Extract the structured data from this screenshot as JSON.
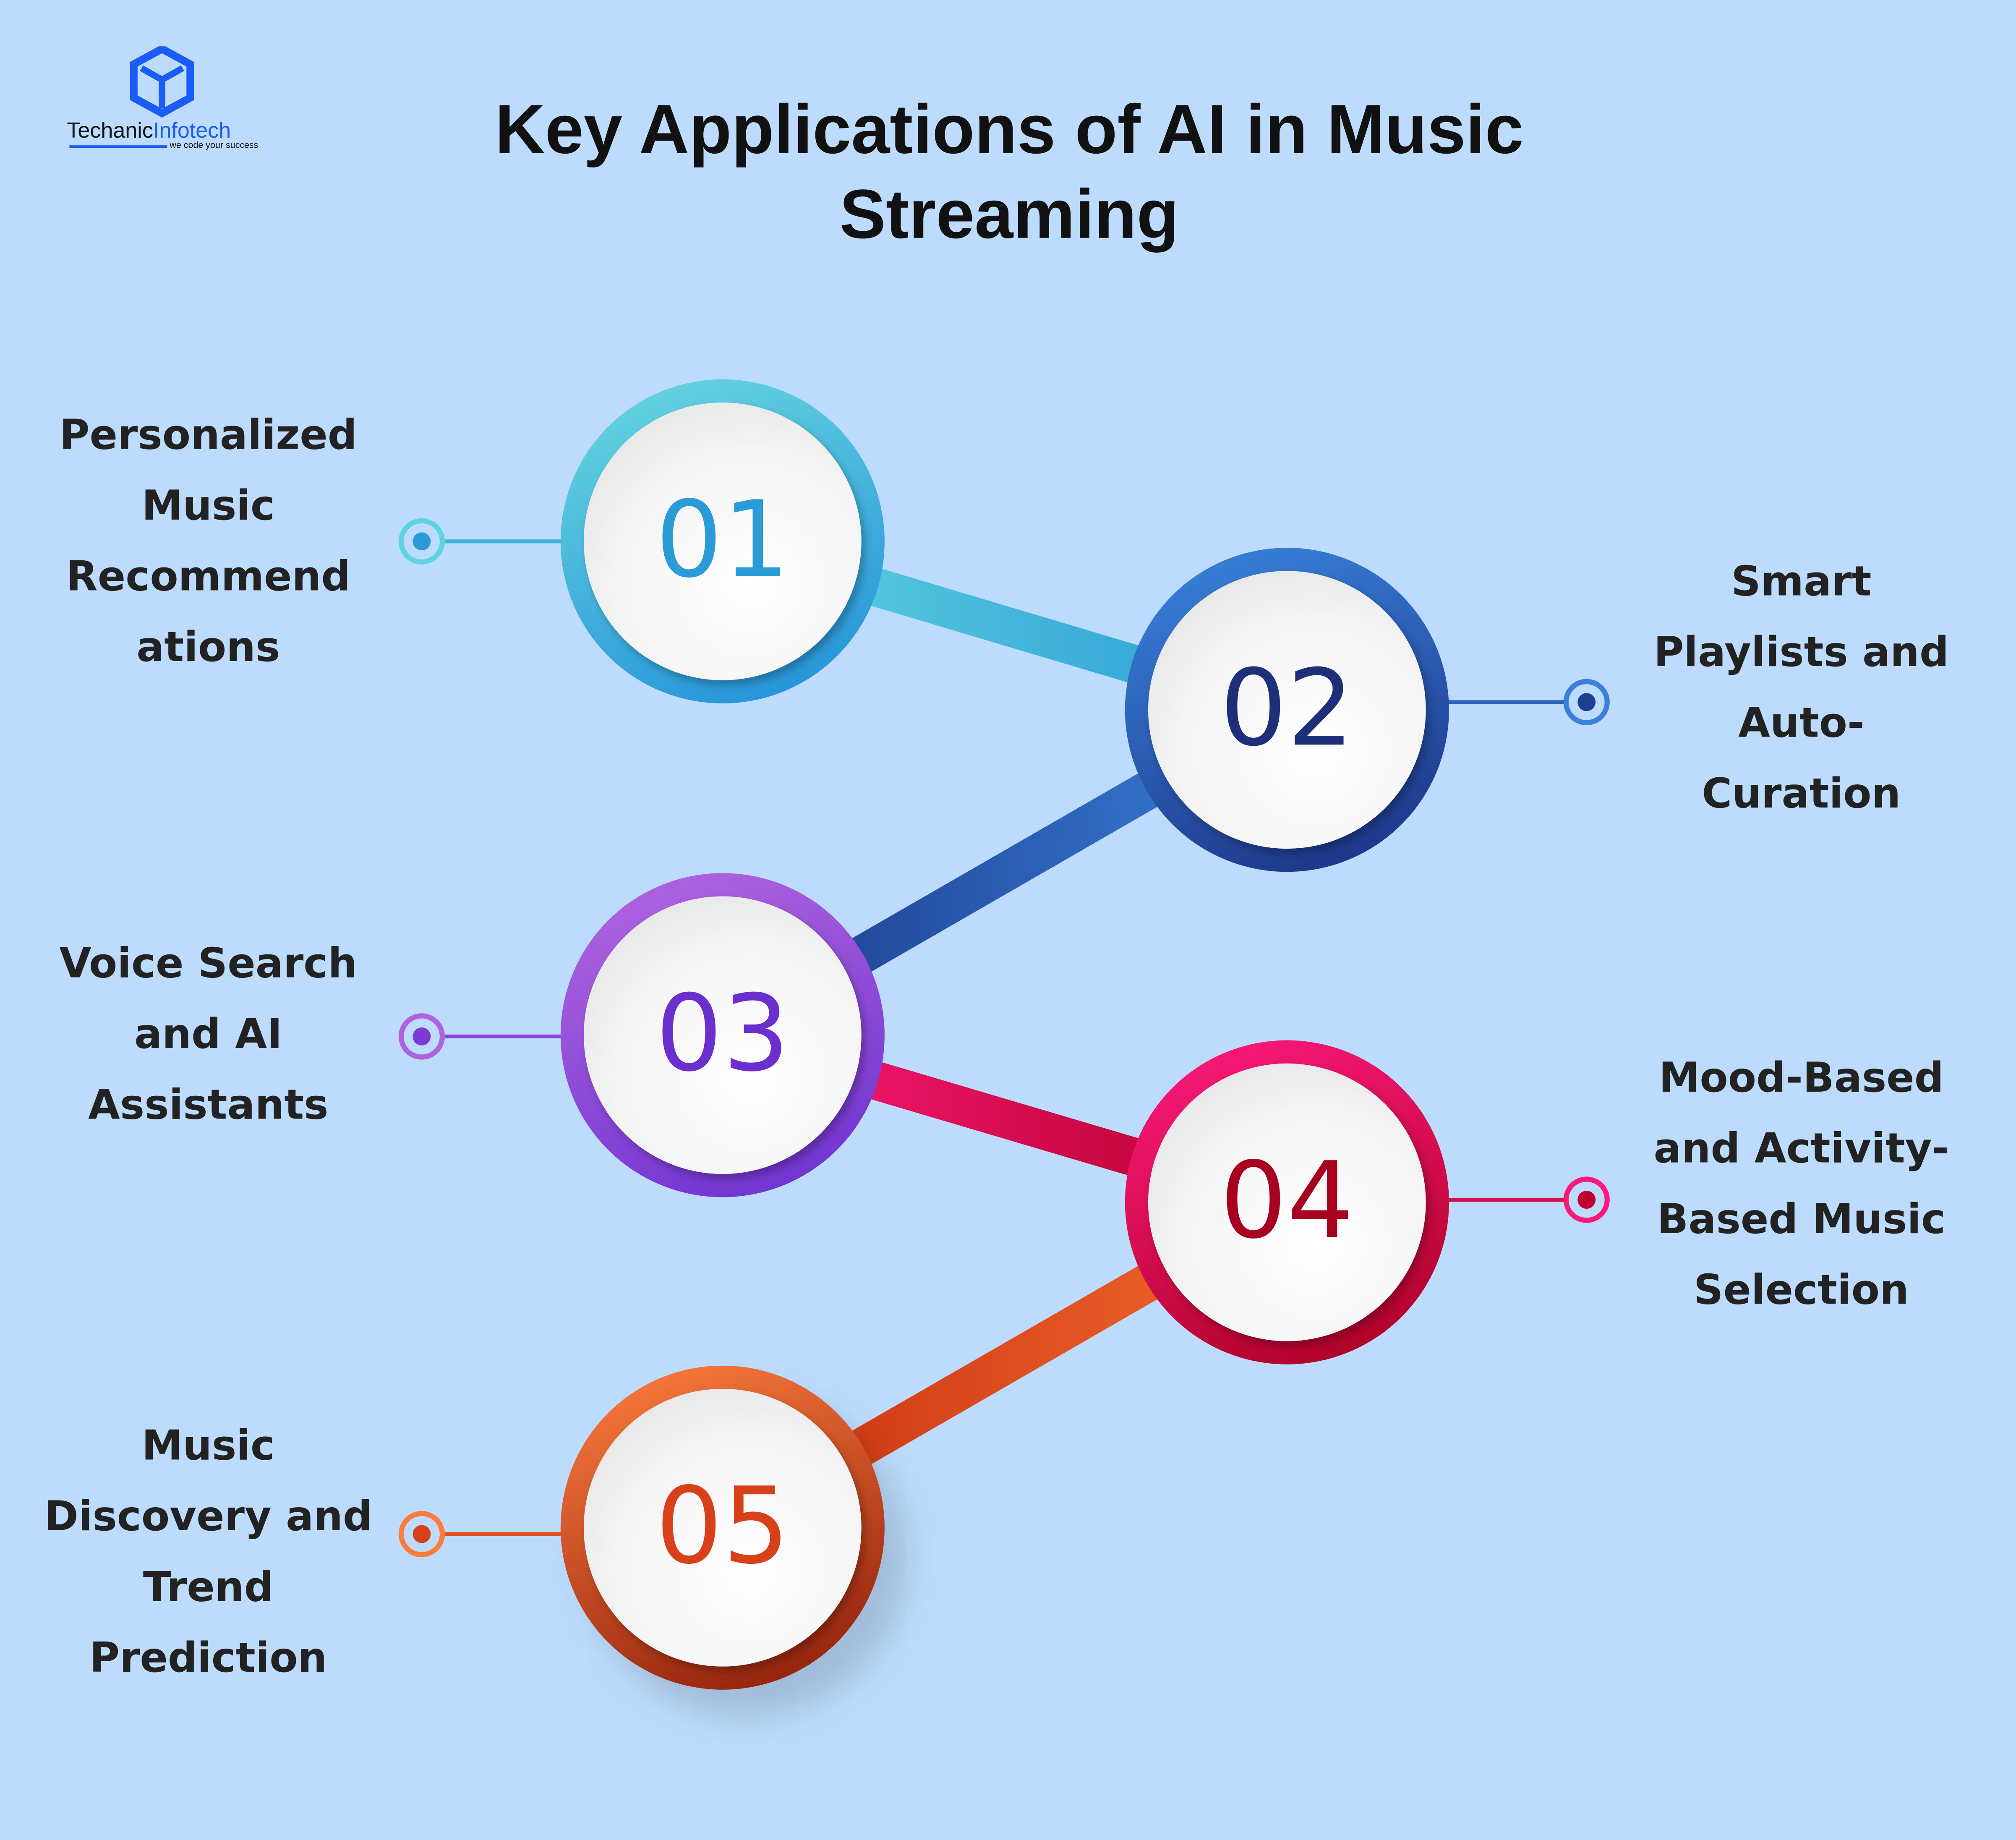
{
  "logo": {
    "name_part1": "Techanic",
    "name_part2": "Infotech",
    "tagline": "we code your success"
  },
  "title": "Key Applications of AI in Music Streaming",
  "colors": {
    "background": "#bddcfd",
    "step1": "#2a9bd6",
    "step2": "#1e2f7a",
    "step3": "#6b2fd0",
    "step4": "#a8001f",
    "step5": "#d8401a"
  },
  "steps": [
    {
      "number": "01",
      "label": "Personalized Music Recommend ations"
    },
    {
      "number": "02",
      "label": "Smart Playlists and Auto-Curation"
    },
    {
      "number": "03",
      "label": "Voice Search and AI Assistants"
    },
    {
      "number": "04",
      "label": "Mood-Based and Activity-Based Music Selection"
    },
    {
      "number": "05",
      "label": "Music Discovery and Trend Prediction"
    }
  ]
}
